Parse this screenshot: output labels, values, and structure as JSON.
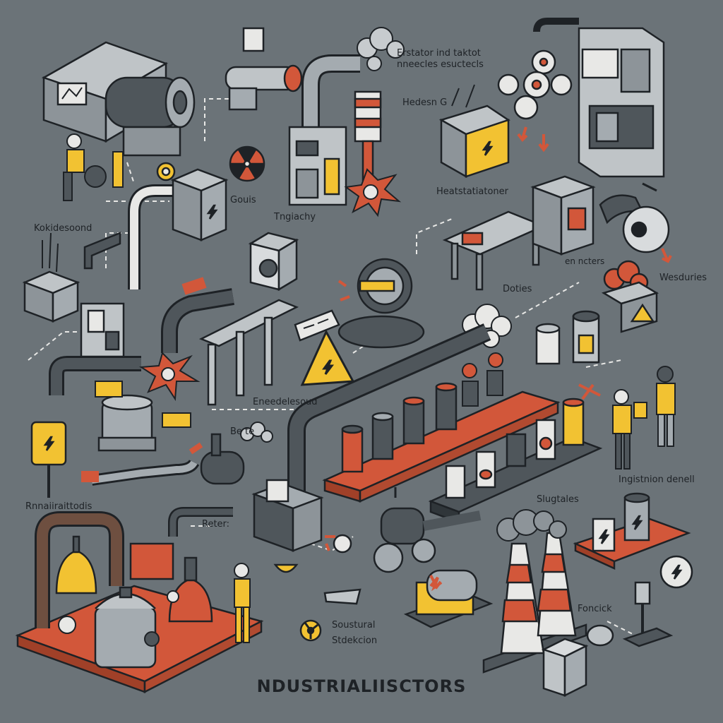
{
  "poster": {
    "title": "NDUSTRIALIISCTORS",
    "labels": {
      "top_center": "Erstator ind taktot\nnneecles esuctecls",
      "hedesn": "Hedesn G",
      "gouis": "Gouis",
      "tngiachy": "Tngiachy",
      "heatstationer": "Heatstatiatoner",
      "kokidesoond": "Kokidesoond",
      "doties": "Doties",
      "en_nctes": "en ncters",
      "wesduries": "Wesduries",
      "enedelesoud": "Eneedelesoud",
      "be_t": "Be te",
      "rnnairattodis": "Rnnaiiraittodis",
      "reter": "Reter:",
      "slugtales": "Slugtales",
      "ingistion_denell": "Ingistnion denell",
      "foncick": "Foncick",
      "soustural_line1": "Soustural",
      "soustural_line2": "Stdekcion"
    }
  },
  "colors": {
    "background": "#6b7378",
    "outline": "#1e2226",
    "accent_red": "#d2573a",
    "accent_yellow": "#f2c232",
    "steel": "#a4abb0",
    "dark_steel": "#4f565b",
    "light": "#e8e8e6"
  },
  "icons": {
    "warning": "warning-triangle-icon",
    "lightning": "lightning-bolt-icon",
    "radiation": "radiation-fan-icon",
    "smoke": "smoke-cloud-icon",
    "gear": "gear-icon"
  }
}
